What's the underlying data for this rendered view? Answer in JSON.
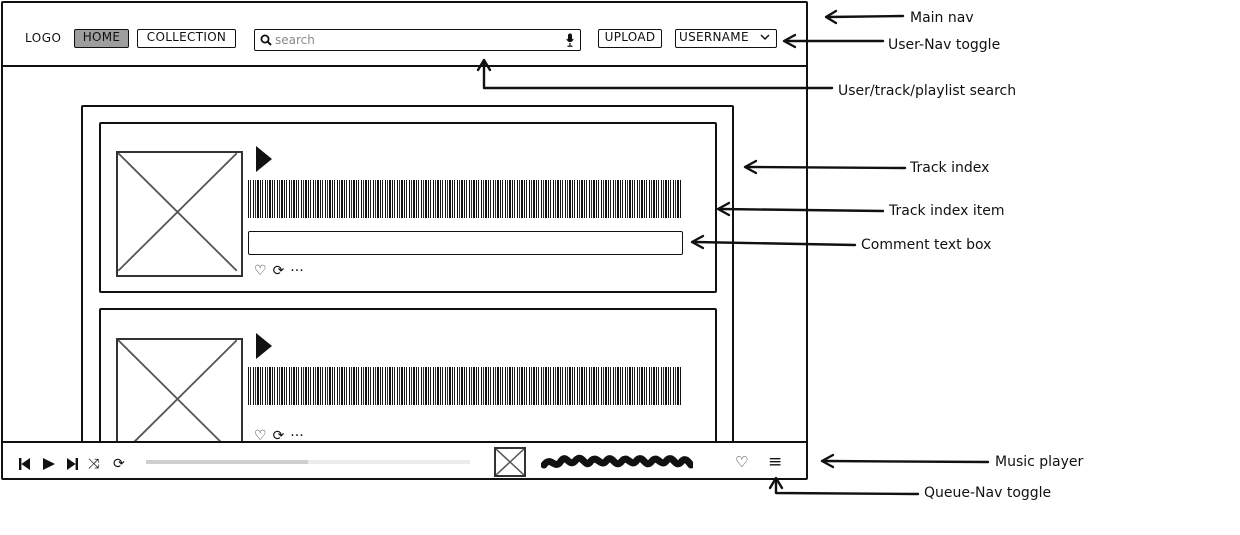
{
  "nav": {
    "logo": "LOGO",
    "home": "HOME",
    "collection": "COLLECTION",
    "search_placeholder": "search",
    "upload": "UPLOAD",
    "username": "USERNAME"
  },
  "icons": {
    "search": "search-icon",
    "mic": "microphone-icon",
    "chevron": "chevron-down-icon",
    "play": "play-icon",
    "like": "heart-icon",
    "repost": "repost-icon",
    "more": "more-icon",
    "prev": "skip-previous-icon",
    "next": "skip-next-icon",
    "shuffle": "shuffle-icon",
    "repeat": "repeat-icon",
    "queue": "menu-icon"
  },
  "tracks": [
    {
      "has_comment_box": true
    },
    {
      "has_comment_box": false
    }
  ],
  "player": {
    "progress_fraction": 0.5
  },
  "annotations": [
    "Main nav",
    "User-Nav toggle",
    "User/track/playlist search",
    "Track index",
    "Track index item",
    "Comment text box",
    "Music player",
    "Queue-Nav toggle"
  ],
  "colors": {
    "ink": "#111111",
    "active_tab": "#9e9e9e",
    "progress_track": "#ececec",
    "progress_fill": "#cfcfcf"
  }
}
